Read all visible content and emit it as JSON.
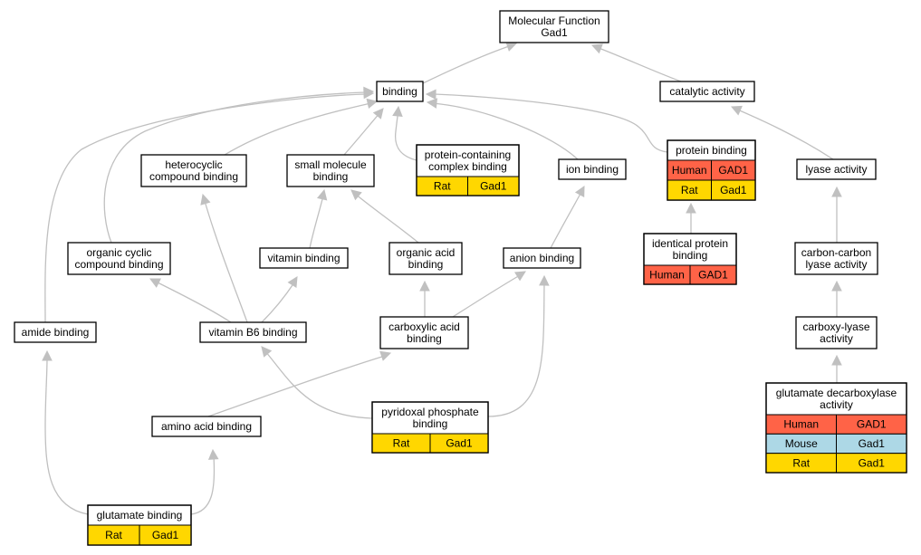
{
  "colors": {
    "human": "#ff6347",
    "mouse": "#add8e6",
    "rat": "#ffd700",
    "edge": "#c0c0c0",
    "border": "#000000",
    "background": "#ffffff"
  },
  "nodes": {
    "root": {
      "lines": [
        "Molecular Function",
        "Gad1"
      ]
    },
    "binding": {
      "lines": [
        "binding"
      ]
    },
    "catalytic": {
      "lines": [
        "catalytic activity"
      ]
    },
    "heterocyclic": {
      "lines": [
        "heterocyclic",
        "compound binding"
      ]
    },
    "small_molecule": {
      "lines": [
        "small molecule",
        "binding"
      ]
    },
    "protein_complex": {
      "lines": [
        "protein-containing",
        "complex binding"
      ],
      "rows": [
        {
          "species": "Rat",
          "gene": "Gad1"
        }
      ]
    },
    "ion": {
      "lines": [
        "ion binding"
      ]
    },
    "protein_binding": {
      "lines": [
        "protein binding"
      ],
      "rows": [
        {
          "species": "Human",
          "gene": "GAD1"
        },
        {
          "species": "Rat",
          "gene": "Gad1"
        }
      ]
    },
    "lyase": {
      "lines": [
        "lyase activity"
      ]
    },
    "organic_cyclic": {
      "lines": [
        "organic cyclic",
        "compound binding"
      ]
    },
    "vitamin": {
      "lines": [
        "vitamin binding"
      ]
    },
    "organic_acid": {
      "lines": [
        "organic acid",
        "binding"
      ]
    },
    "anion": {
      "lines": [
        "anion binding"
      ]
    },
    "identical_protein": {
      "lines": [
        "identical protein",
        "binding"
      ],
      "rows": [
        {
          "species": "Human",
          "gene": "GAD1"
        }
      ]
    },
    "carbon_carbon": {
      "lines": [
        "carbon-carbon",
        "lyase activity"
      ]
    },
    "amide": {
      "lines": [
        "amide binding"
      ]
    },
    "vitamin_b6": {
      "lines": [
        "vitamin B6 binding"
      ]
    },
    "carboxylic": {
      "lines": [
        "carboxylic acid",
        "binding"
      ]
    },
    "carboxy_lyase": {
      "lines": [
        "carboxy-lyase",
        "activity"
      ]
    },
    "glutamate_decarboxylase": {
      "lines": [
        "glutamate decarboxylase",
        "activity"
      ],
      "rows": [
        {
          "species": "Human",
          "gene": "GAD1"
        },
        {
          "species": "Mouse",
          "gene": "Gad1"
        },
        {
          "species": "Rat",
          "gene": "Gad1"
        }
      ]
    },
    "amino_acid": {
      "lines": [
        "amino acid binding"
      ]
    },
    "pyridoxal": {
      "lines": [
        "pyridoxal phosphate",
        "binding"
      ],
      "rows": [
        {
          "species": "Rat",
          "gene": "Gad1"
        }
      ]
    },
    "glutamate": {
      "lines": [
        "glutamate binding"
      ],
      "rows": [
        {
          "species": "Rat",
          "gene": "Gad1"
        }
      ]
    }
  },
  "edges": [
    {
      "from": "binding",
      "to": "root"
    },
    {
      "from": "catalytic",
      "to": "root"
    },
    {
      "from": "heterocyclic",
      "to": "binding"
    },
    {
      "from": "small_molecule",
      "to": "binding"
    },
    {
      "from": "protein_complex",
      "to": "binding"
    },
    {
      "from": "ion",
      "to": "binding"
    },
    {
      "from": "protein_binding",
      "to": "binding"
    },
    {
      "from": "organic_cyclic",
      "to": "binding"
    },
    {
      "from": "amide",
      "to": "binding"
    },
    {
      "from": "lyase",
      "to": "catalytic"
    },
    {
      "from": "vitamin",
      "to": "small_molecule"
    },
    {
      "from": "organic_acid",
      "to": "small_molecule"
    },
    {
      "from": "anion",
      "to": "ion"
    },
    {
      "from": "identical_protein",
      "to": "protein_binding"
    },
    {
      "from": "carbon_carbon",
      "to": "lyase"
    },
    {
      "from": "vitamin_b6",
      "to": "heterocyclic"
    },
    {
      "from": "vitamin_b6",
      "to": "organic_cyclic"
    },
    {
      "from": "vitamin_b6",
      "to": "vitamin"
    },
    {
      "from": "carboxylic",
      "to": "organic_acid"
    },
    {
      "from": "carboxylic",
      "to": "anion"
    },
    {
      "from": "carboxy_lyase",
      "to": "carbon_carbon"
    },
    {
      "from": "glutamate_decarboxylase",
      "to": "carboxy_lyase"
    },
    {
      "from": "amino_acid",
      "to": "carboxylic"
    },
    {
      "from": "pyridoxal",
      "to": "vitamin_b6"
    },
    {
      "from": "pyridoxal",
      "to": "anion"
    },
    {
      "from": "glutamate",
      "to": "amino_acid"
    },
    {
      "from": "glutamate",
      "to": "amide"
    }
  ]
}
